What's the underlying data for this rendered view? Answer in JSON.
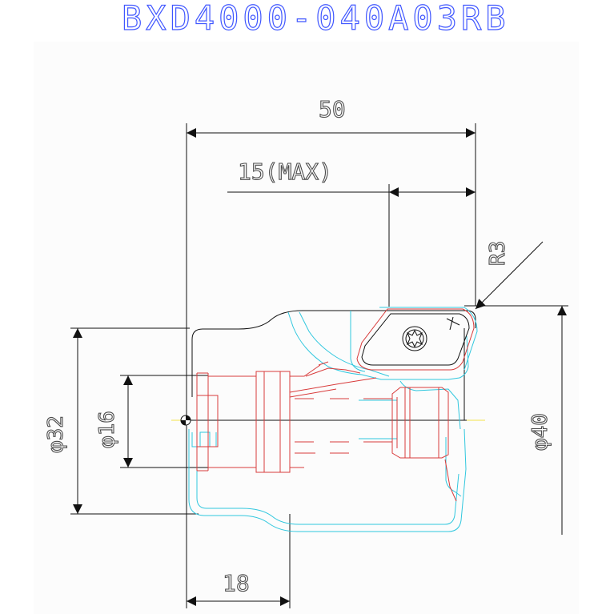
{
  "drawing": {
    "title": "BXD4000-040A03RB",
    "dimensions": {
      "overall_length": "50",
      "max_depth": "15(MAX)",
      "corner_radius": "R3",
      "shank_diameter": "φ32",
      "bore_diameter": "φ16",
      "cutting_diameter": "φ40",
      "flange_length": "18"
    },
    "colors": {
      "dimension_lines": "#111111",
      "outline": "#31c7de",
      "hidden_features": "#d83b3b",
      "title": "#3f56ff",
      "centerline": "#f2e24a"
    },
    "icons": {
      "insert_screw": "torx-screw-icon",
      "datum_marker": "datum-point-icon"
    }
  }
}
